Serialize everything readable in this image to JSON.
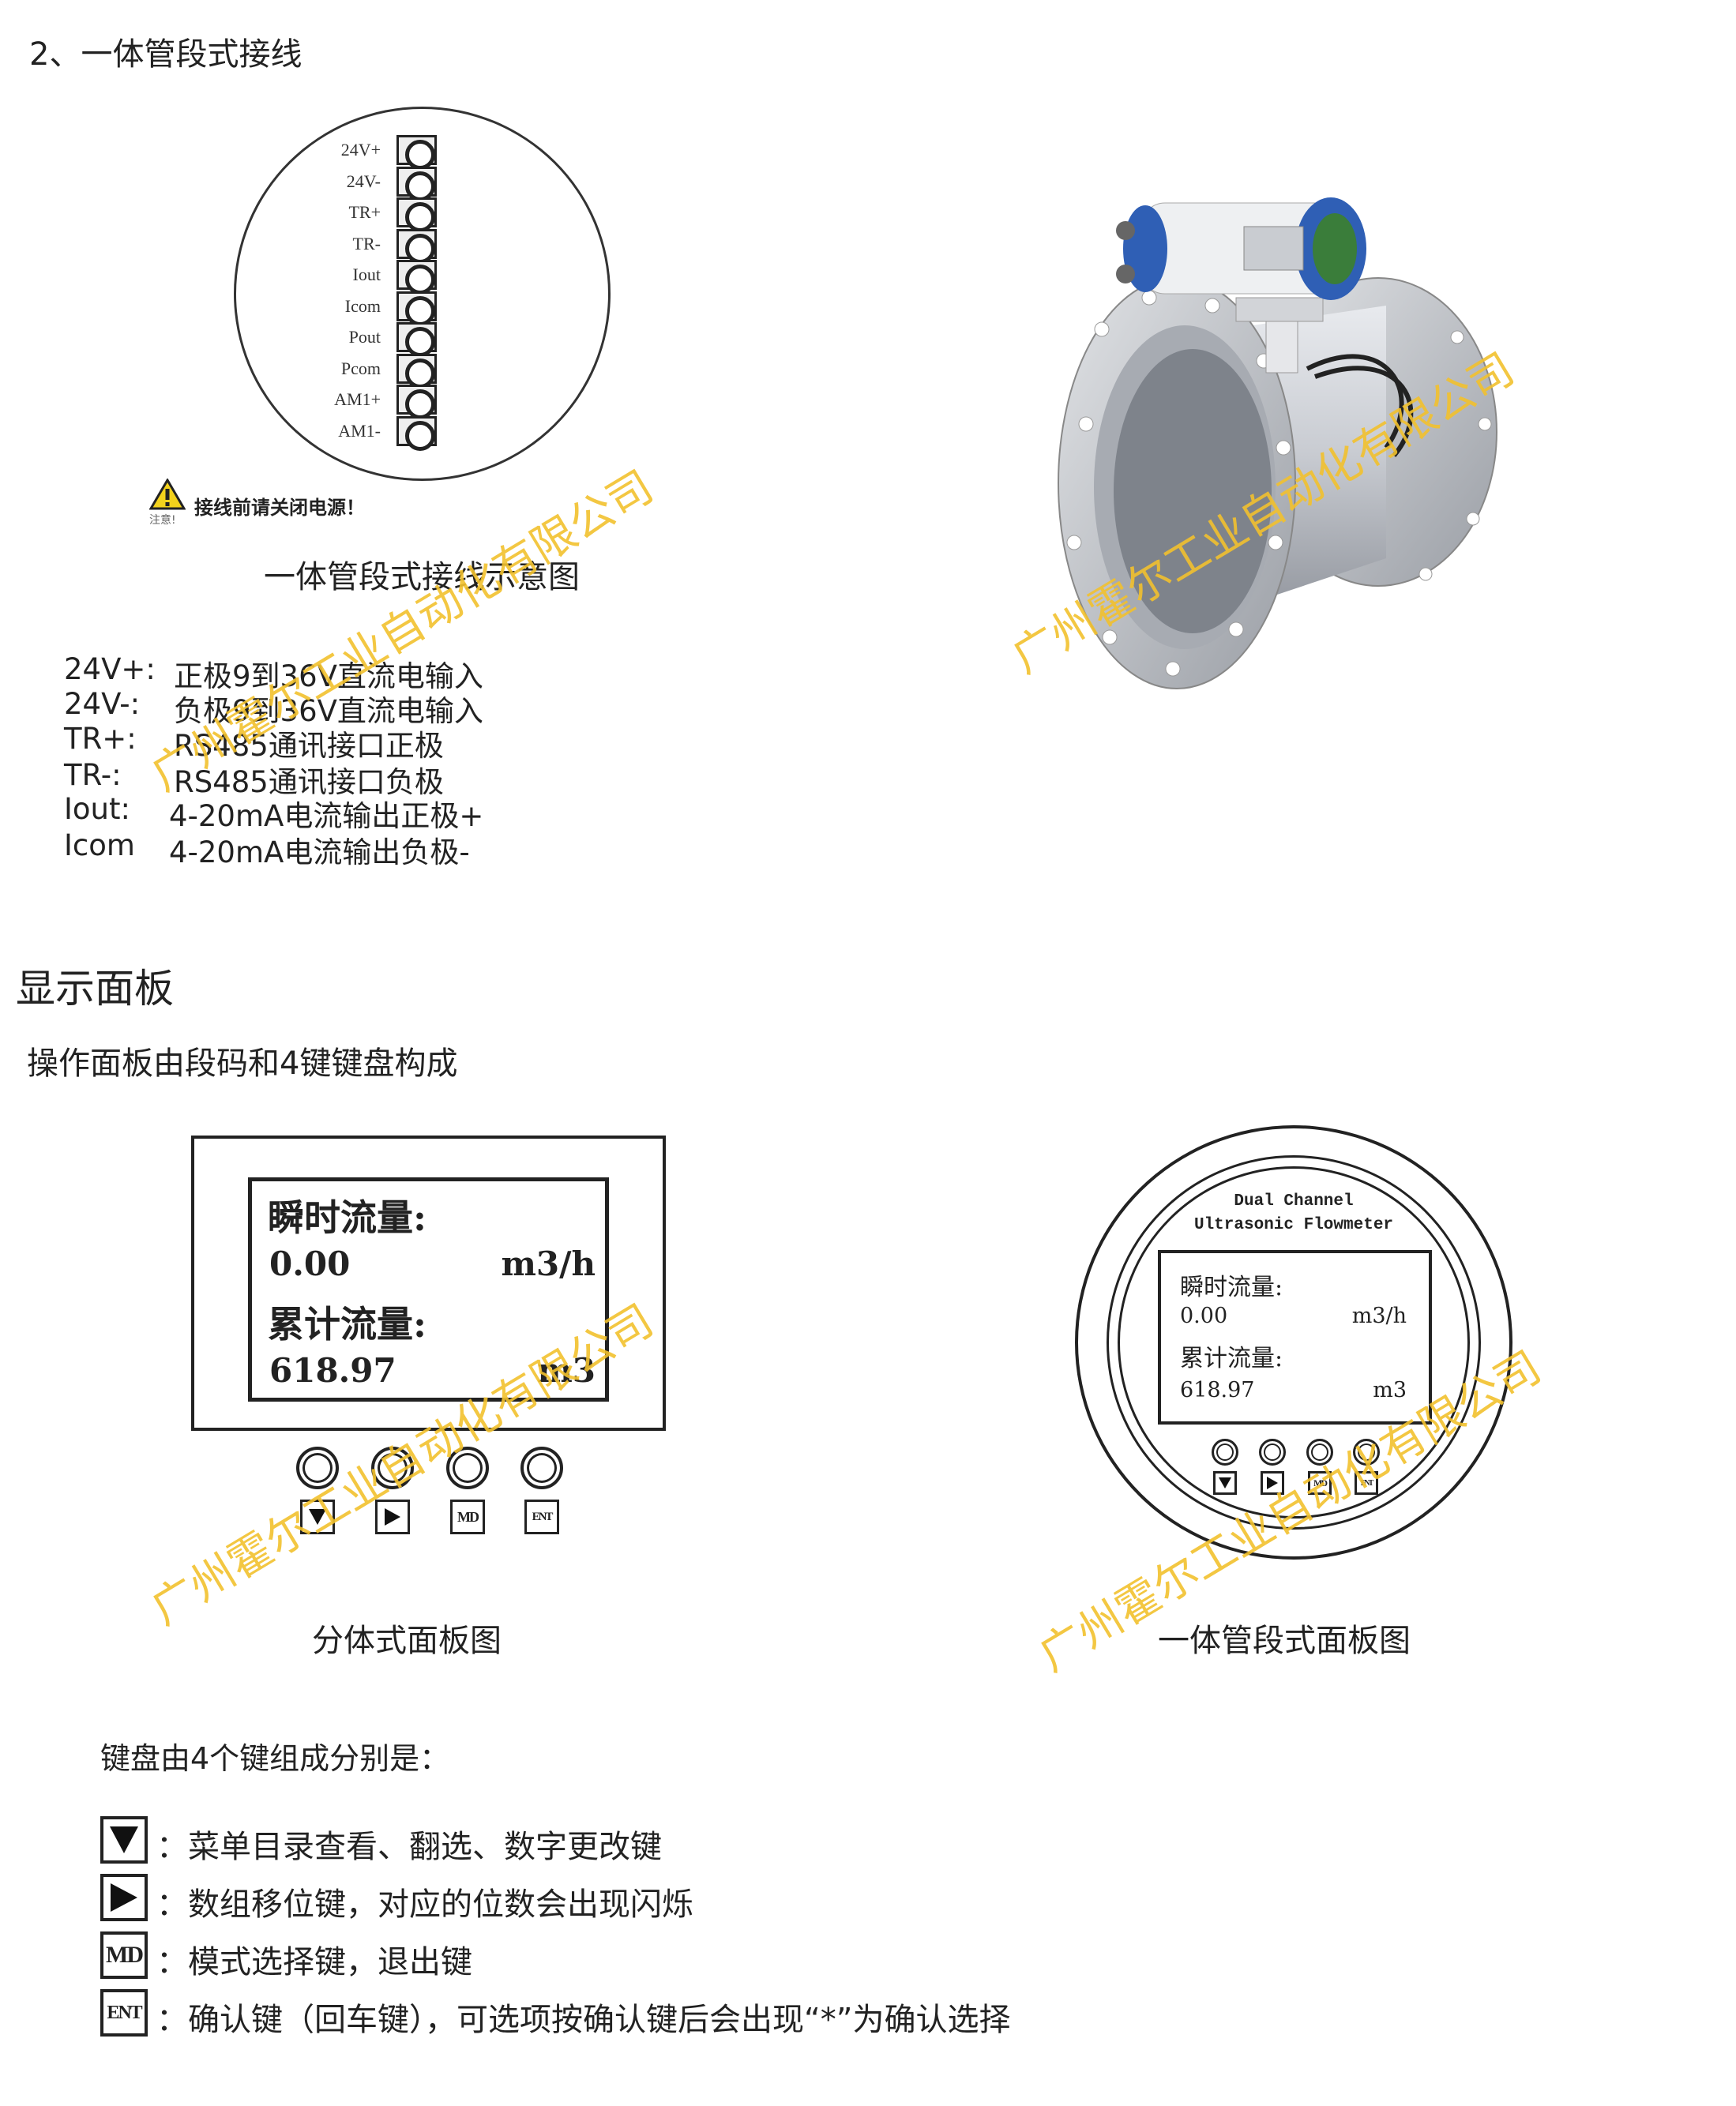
{
  "section1": {
    "title": "2、一体管段式接线",
    "terminals": [
      "24V+",
      "24V-",
      "TR+",
      "TR-",
      "Iout",
      "Icom",
      "Pout",
      "Pcom",
      "AM1+",
      "AM1-"
    ],
    "warning_text": "接线前请关闭电源！",
    "warning_sub": "注意!",
    "diagram_caption": "一体管段式接线示意图",
    "descriptions": [
      {
        "label": "24V+:",
        "text": "正极9到36V直流电输入"
      },
      {
        "label": "24V-:",
        "text": "负极9到36V直流电输入"
      },
      {
        "label": "TR+:",
        "text": "RS485通讯接口正极"
      },
      {
        "label": "TR-:",
        "text": "RS485通讯接口负极"
      },
      {
        "label": "Iout:",
        "text": "4-20mA电流输出正极+"
      },
      {
        "label": "Icom",
        "text": "4-20mA电流输出负极-"
      }
    ]
  },
  "section2": {
    "title": "显示面板",
    "subtitle": "操作面板由段码和4键键盘构成",
    "lcd": {
      "line1": "瞬时流量:",
      "value1": "0.00",
      "unit1": "m3/h",
      "line2": "累计流量:",
      "value2": "618.97",
      "unit2": "m3"
    },
    "keys": [
      "MD",
      "ENT"
    ],
    "round_panel_title1": "Dual Channel",
    "round_panel_title2": "Ultrasonic Flowmeter",
    "split_caption": "分体式面板图",
    "integrated_caption": "一体管段式面板图",
    "keypad_intro": "键盘由4个键组成分别是：",
    "key_descriptions": [
      {
        "icon": "down-arrow",
        "text": "：菜单目录查看、翻选、数字更改键"
      },
      {
        "icon": "right-arrow",
        "text": "：数组移位键，对应的位数会出现闪烁"
      },
      {
        "icon": "MD",
        "text": "：模式选择键，退出键"
      },
      {
        "icon": "ENT",
        "text": "：确认键（回车键），可选项按确认键后会出现“*”为确认选择"
      }
    ]
  },
  "watermark": "广州霍尔工业自动化有限公司",
  "colors": {
    "watermark": "#f2c12e",
    "flange_blue": "#2f5fb5"
  }
}
